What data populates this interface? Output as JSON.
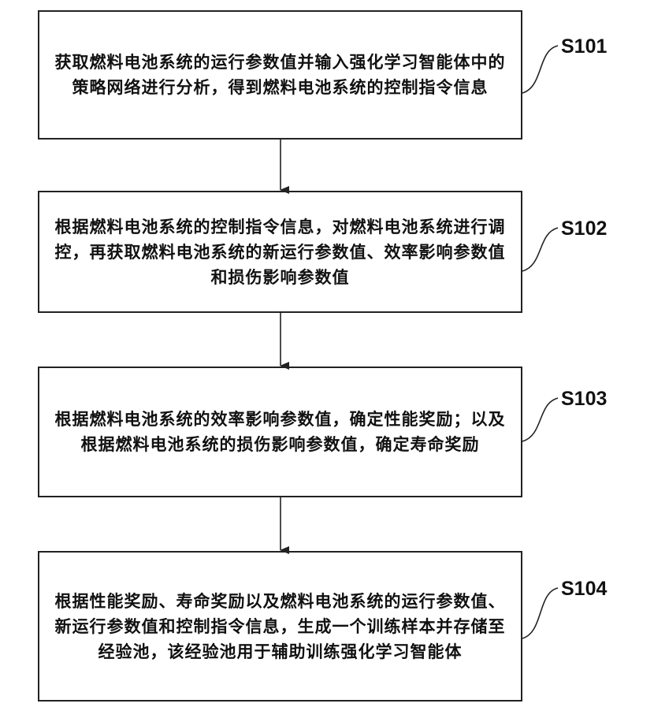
{
  "steps": [
    {
      "id": "S101",
      "text": "获取燃料电池系统的运行参数值并输入强化学习智能体中的策略网络进行分析，得到燃料电池系统的控制指令信息"
    },
    {
      "id": "S102",
      "text": "根据燃料电池系统的控制指令信息，对燃料电池系统进行调控，再获取燃料电池系统的新运行参数值、效率影响参数值和损伤影响参数值"
    },
    {
      "id": "S103",
      "text": "根据燃料电池系统的效率影响参数值，确定性能奖励；以及根据燃料电池系统的损伤影响参数值，确定寿命奖励"
    },
    {
      "id": "S104",
      "text": "根据性能奖励、寿命奖励以及燃料电池系统的运行参数值、新运行参数值和控制指令信息，生成一个训练样本并存储至经验池，该经验池用于辅助训练强化学习智能体"
    }
  ]
}
